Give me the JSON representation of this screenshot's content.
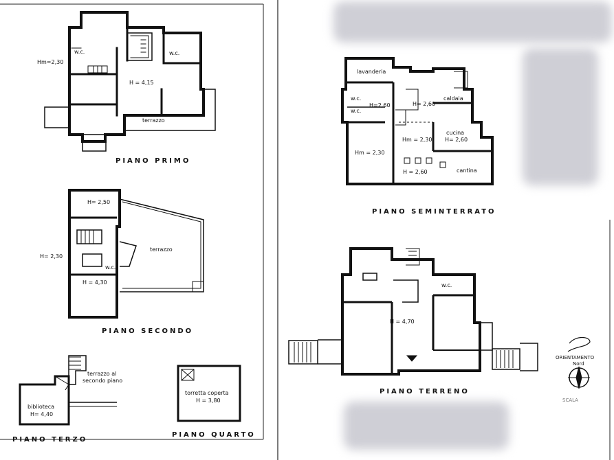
{
  "floors": {
    "primo": {
      "title": "PIANO   PRIMO",
      "hm": "Hm=2,30",
      "wc1": "w.c.",
      "wc2": "w.c.",
      "h": "H = 4,15",
      "terrazzo": "terrazzo"
    },
    "secondo": {
      "title": "PIANO   SECONDO",
      "h_top": "H= 2,50",
      "terrazzo": "terrazzo",
      "h_left": "H= 2,30",
      "wc": "w.c.",
      "h_bottom": "H = 4,30"
    },
    "terzo": {
      "title": "PIANO   TERZO",
      "terrazzo_al": "terrazzo al",
      "secondo_piano": "secondo piano",
      "biblioteca": "biblioteca",
      "h": "H= 4,40"
    },
    "quarto": {
      "title": "PIANO   QUARTO",
      "torretta": "torretta coperta",
      "h": "H = 3,80"
    },
    "seminterrato": {
      "title": "PIANO   SEMINTERRATO",
      "lavanderia": "lavanderia",
      "wc1": "w.c.",
      "wc2": "w.c.",
      "h260a": "H=2,60",
      "h260b": "H= 2,60",
      "caldaia": "caldaia",
      "cucina": "cucina",
      "h260c": "H= 2,60",
      "hm_left": "Hm = 2,30",
      "hm_mid": "Hm = 2,30",
      "h260d": "H = 2,60",
      "cantina": "cantina"
    },
    "terreno": {
      "title": "PIANO   TERRENO",
      "wc": "w.c.",
      "h": "H = 4,70"
    }
  },
  "compass": {
    "label1": "ORIENTAMENTO",
    "label2": "Nord"
  },
  "scale_text": "SCALA"
}
